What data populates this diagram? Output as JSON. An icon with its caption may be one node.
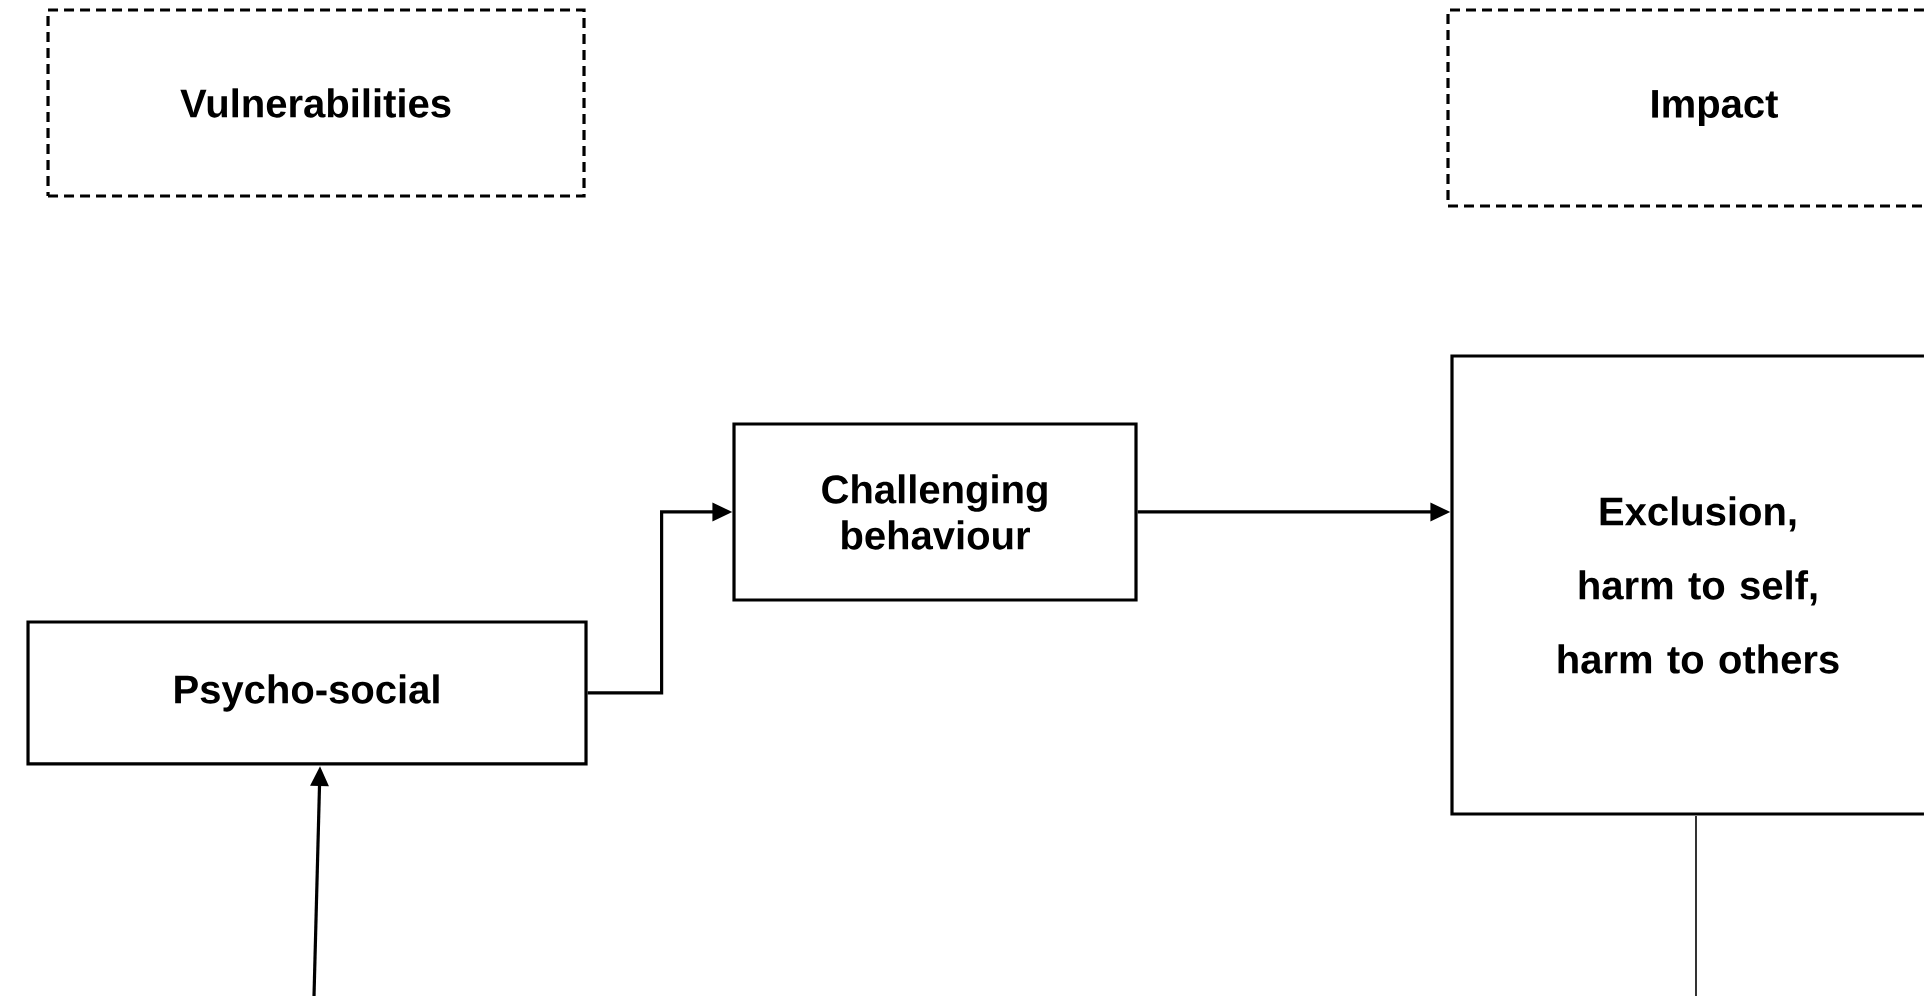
{
  "diagram": {
    "nodes": [
      {
        "text": [
          "Vulnerabilities"
        ]
      },
      {
        "text": [
          "Impact"
        ]
      },
      {
        "text": [
          "Challenging behaviour"
        ]
      },
      {
        "text": [
          "Exclusion,",
          "harm to self,",
          "harm to others"
        ]
      },
      {
        "text": [
          "Psycho-social"
        ]
      }
    ],
    "edges": [
      {
        "from": 4,
        "to": 2,
        "arrow": "to"
      },
      {
        "from": 2,
        "to": 3,
        "arrow": "to"
      },
      {
        "from": null,
        "to": 4,
        "arrow": "to"
      },
      {
        "from": 3,
        "to": null,
        "arrow": "none"
      }
    ]
  }
}
